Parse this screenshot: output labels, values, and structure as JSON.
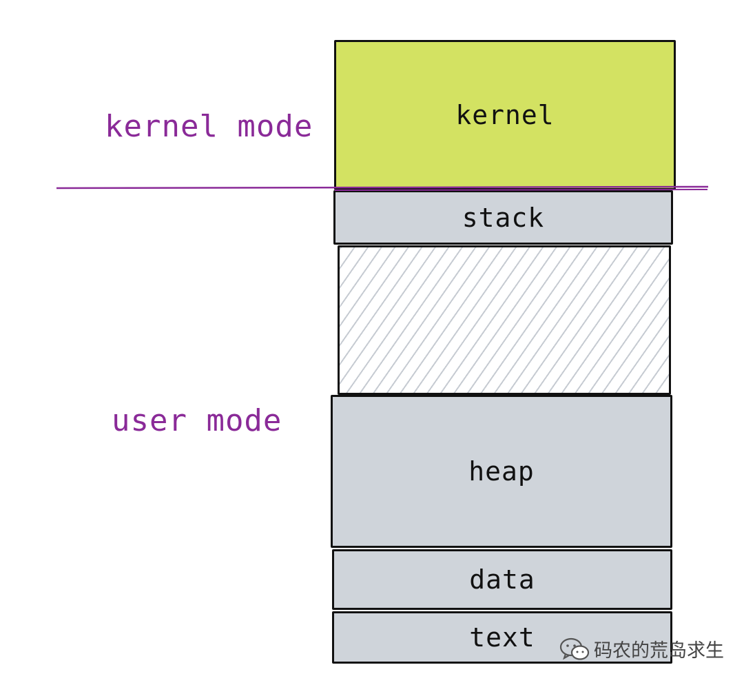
{
  "diagram": {
    "segments": [
      {
        "id": "kernel",
        "label": "kernel",
        "fill": "#d3e262"
      },
      {
        "id": "stack",
        "label": "stack",
        "fill": "#cfd4da"
      },
      {
        "id": "free",
        "label": "",
        "fill": "#ffffff",
        "pattern": "diagonal-hatch"
      },
      {
        "id": "heap",
        "label": "heap",
        "fill": "#cfd4da"
      },
      {
        "id": "data",
        "label": "data",
        "fill": "#cfd4da"
      },
      {
        "id": "text",
        "label": "text",
        "fill": "#cfd4da"
      }
    ],
    "modes": {
      "kernel_label": "kernel mode",
      "user_label": "user mode",
      "color": "#8a2a98"
    },
    "boundary_color": "#8a2a98"
  },
  "watermark": {
    "icon": "wechat-icon",
    "text": "码农的荒岛求生"
  }
}
